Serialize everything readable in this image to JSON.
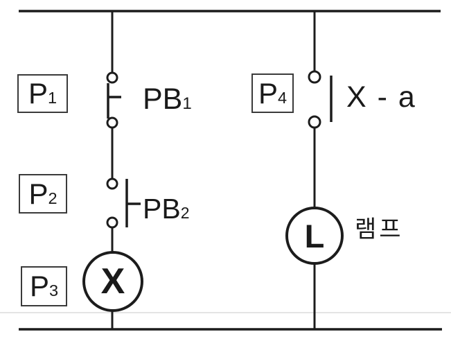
{
  "colors": {
    "line": "#1c1c1c",
    "label": "#1a1a1a",
    "faint_rule": "#e4e4e4",
    "background": "#ffffff",
    "box_border": "#3a3a3a"
  },
  "labels": {
    "p1": {
      "main": "P",
      "sub": "1"
    },
    "p2": {
      "main": "P",
      "sub": "2"
    },
    "p3": {
      "main": "P",
      "sub": "3"
    },
    "p4": {
      "main": "P",
      "sub": "4"
    },
    "pb1": {
      "main": "PB",
      "sub": "1"
    },
    "pb2": {
      "main": "PB",
      "sub": "2"
    },
    "x_contact": "X - a",
    "coil_letter": "X",
    "lamp_letter": "L",
    "lamp_caption": "램프"
  },
  "symbols": {
    "pb1": "normally-closed-pushbutton-contact",
    "pb2": "normally-open-pushbutton-contact",
    "x_contact": "normally-open-relay-contact",
    "coil": "relay-coil",
    "lamp": "lamp"
  }
}
